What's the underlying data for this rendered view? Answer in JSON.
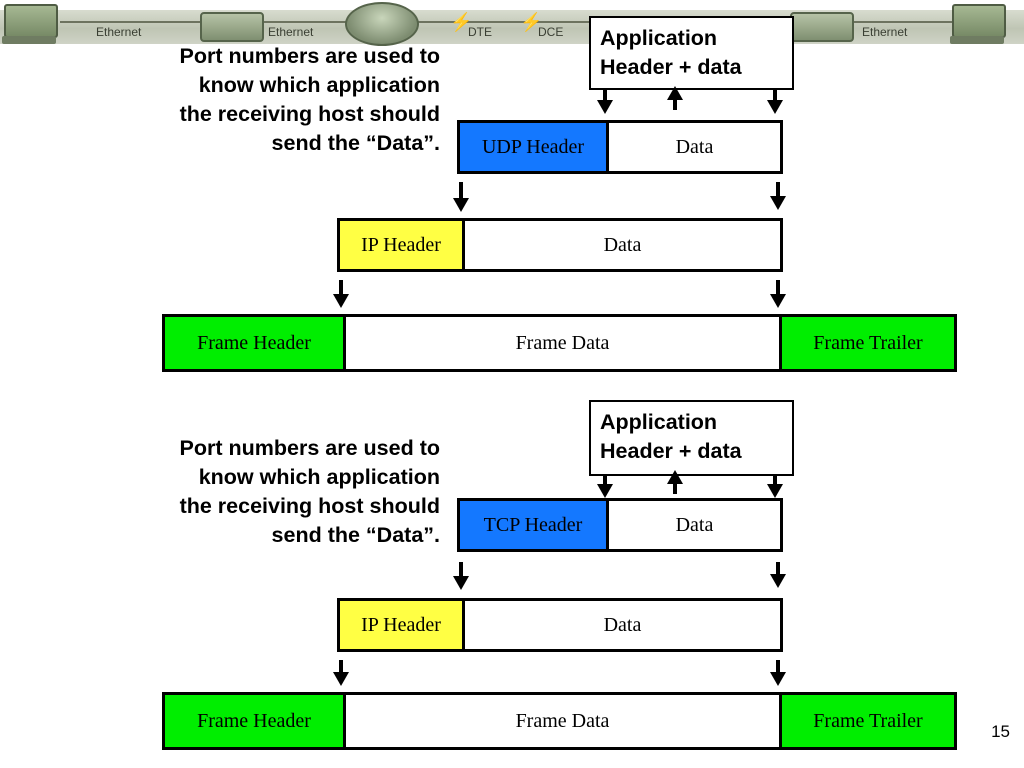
{
  "banner": {
    "labels": [
      "Ethernet",
      "Ethernet",
      "DTE",
      "DCE",
      "Ethernet"
    ]
  },
  "colors": {
    "udp_header": "#1478ff",
    "tcp_header": "#1478ff",
    "ip_header": "#ffff44",
    "frame_header": "#00ee00",
    "frame_trailer": "#00ee00",
    "data": "#ffffff",
    "wan_link": "#d82020"
  },
  "top": {
    "port_text": [
      "Port numbers are used to",
      "know which application",
      "the receiving host should",
      "send the “Data”."
    ],
    "app_box": [
      "Application",
      "Header + data"
    ],
    "transport": {
      "header": "UDP Header",
      "data": "Data"
    },
    "ip": {
      "header": "IP Header",
      "data": "Data"
    },
    "frame": {
      "header": "Frame Header",
      "data": "Frame Data",
      "trailer": "Frame Trailer"
    }
  },
  "bottom": {
    "port_text": [
      "Port numbers are used to",
      "know which application",
      "the receiving host should",
      "send the “Data”."
    ],
    "app_box": [
      "Application",
      "Header + data"
    ],
    "transport": {
      "header": "TCP Header",
      "data": "Data"
    },
    "ip": {
      "header": "IP Header",
      "data": "Data"
    },
    "frame": {
      "header": "Frame Header",
      "data": "Frame Data",
      "trailer": "Frame Trailer"
    }
  },
  "page_number": "15"
}
